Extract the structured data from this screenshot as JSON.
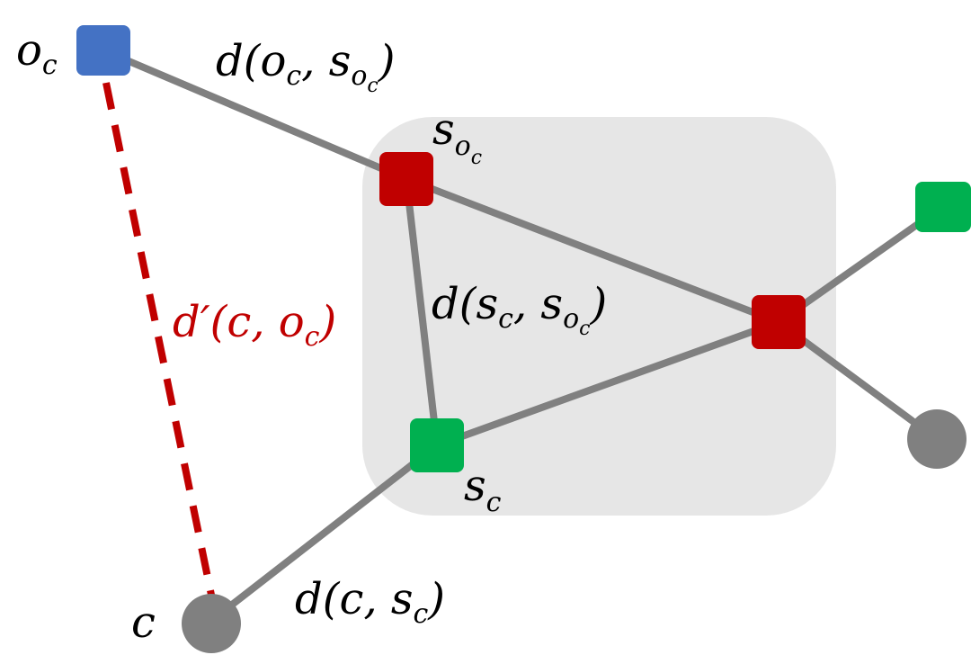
{
  "labels": {
    "oc_main": "o",
    "oc_sub": "c",
    "c": "c",
    "s_oc_main": "s",
    "s_oc_sub": "o",
    "s_oc_subsub": "c",
    "s_c_main": "s",
    "s_c_sub": "c",
    "d_oc_soc": {
      "pre": "d(o",
      "sub1": "c",
      "mid": ", s",
      "sub2": "o",
      "subsub": "c",
      "post": ")"
    },
    "d_sc_soc": {
      "pre": "d(s",
      "sub1": "c",
      "mid": ", s",
      "sub2": "o",
      "subsub": "c",
      "post": ")"
    },
    "d_c_sc": {
      "pre": "d(c, s",
      "sub1": "c",
      "post": ")"
    },
    "dprime_c_oc": {
      "pre": "d′(c, o",
      "sub1": "c",
      "post": ")"
    }
  },
  "colors": {
    "edge": "#808080",
    "region": "#e6e6e6",
    "blue_node": "#4472c4",
    "red_node": "#c00000",
    "green_node": "#00b050",
    "gray_node": "#808080",
    "dashed_edge": "#c00000"
  }
}
